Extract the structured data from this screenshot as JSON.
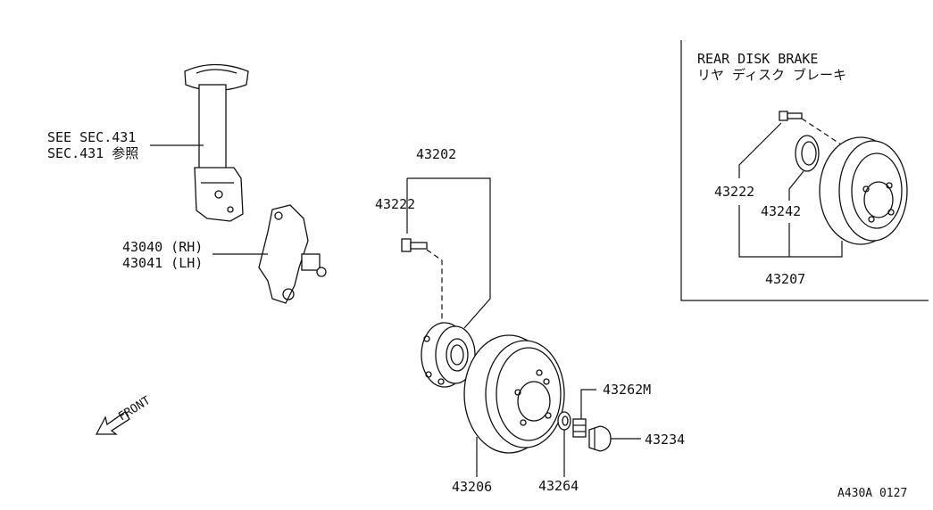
{
  "strut_note": {
    "line1": "SEE SEC.431",
    "line2": "SEC.431 参照"
  },
  "knuckle": {
    "rh": "43040 (RH)",
    "lh": "43041 (LH)"
  },
  "front_label": "FRONT",
  "parts": {
    "hub_assembly": "43202",
    "hub_bolt": "43222",
    "drum": "43206",
    "washer": "43264",
    "nut": "43262M",
    "cap": "43234"
  },
  "inset": {
    "title_en": "REAR DISK BRAKE",
    "title_jp": "リヤ ディスク ブレーキ",
    "bolt": "43222",
    "seal": "43242",
    "disc": "43207"
  },
  "diagram_code": "A430A 0127"
}
